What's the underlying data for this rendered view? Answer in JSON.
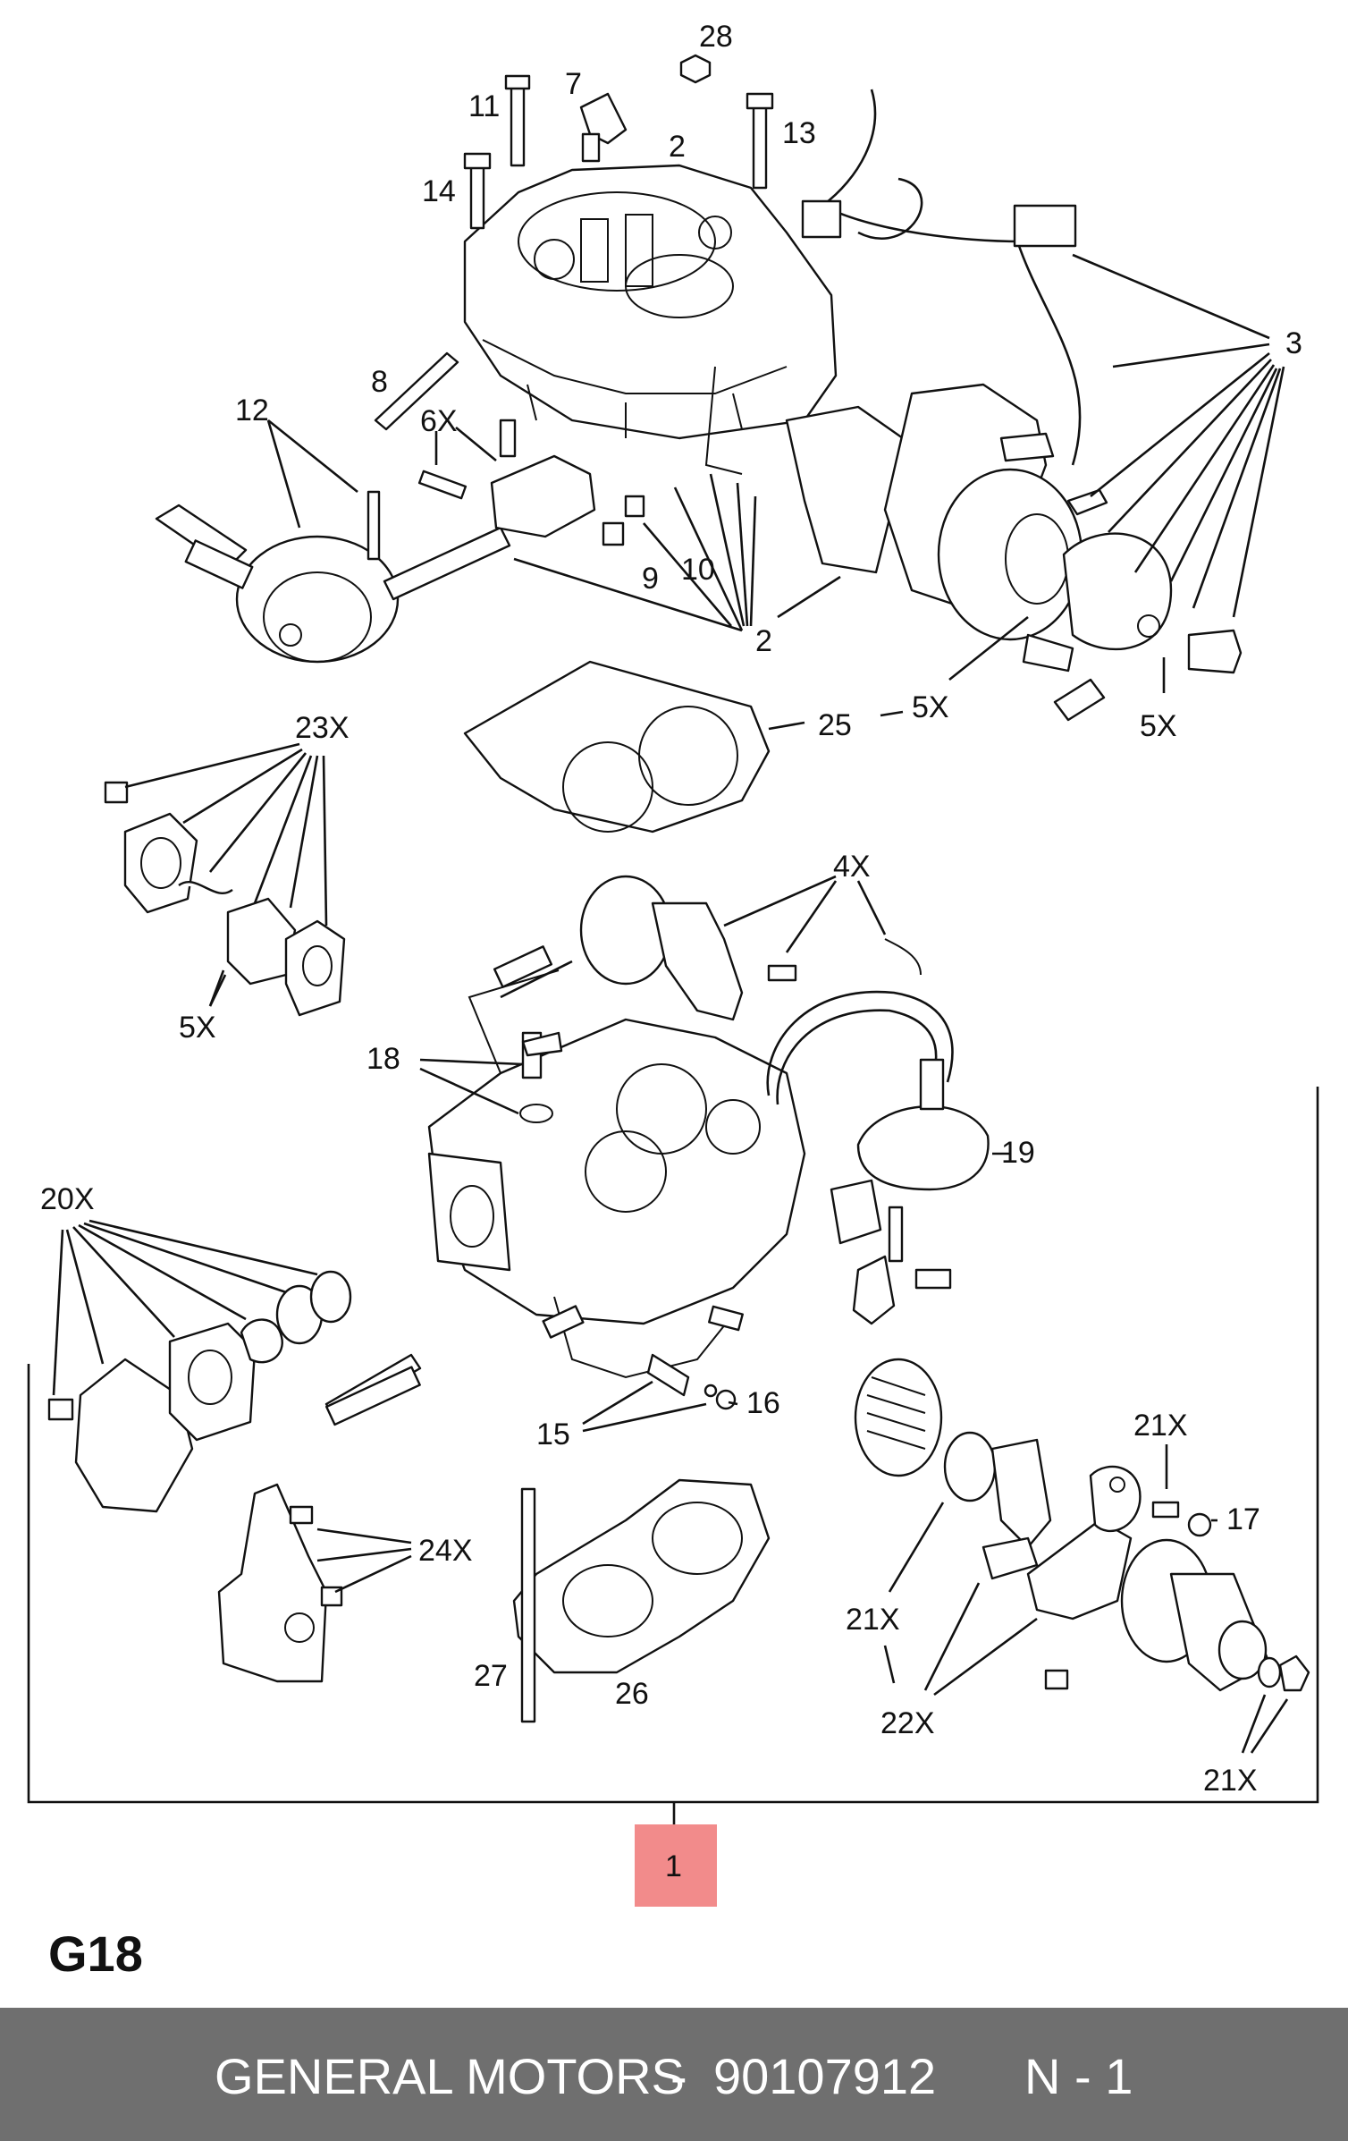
{
  "diagram": {
    "section_code": "G18",
    "callouts": [
      {
        "id": "28",
        "text": "28"
      },
      {
        "id": "11",
        "text": "11"
      },
      {
        "id": "7",
        "text": "7"
      },
      {
        "id": "2a",
        "text": "2"
      },
      {
        "id": "13",
        "text": "13"
      },
      {
        "id": "14",
        "text": "14"
      },
      {
        "id": "3",
        "text": "3"
      },
      {
        "id": "8",
        "text": "8"
      },
      {
        "id": "12",
        "text": "12"
      },
      {
        "id": "6x",
        "text": "6X"
      },
      {
        "id": "9",
        "text": "9"
      },
      {
        "id": "10",
        "text": "10"
      },
      {
        "id": "2b",
        "text": "2"
      },
      {
        "id": "5x-a",
        "text": "5X"
      },
      {
        "id": "5x-b",
        "text": "5X"
      },
      {
        "id": "25",
        "text": "25"
      },
      {
        "id": "23x",
        "text": "23X"
      },
      {
        "id": "5x-c",
        "text": "5X"
      },
      {
        "id": "4x",
        "text": "4X"
      },
      {
        "id": "18",
        "text": "18"
      },
      {
        "id": "19",
        "text": "19"
      },
      {
        "id": "20x",
        "text": "20X"
      },
      {
        "id": "15",
        "text": "15"
      },
      {
        "id": "16",
        "text": "16"
      },
      {
        "id": "21x-a",
        "text": "21X"
      },
      {
        "id": "17",
        "text": "17"
      },
      {
        "id": "24x",
        "text": "24X"
      },
      {
        "id": "21x-b",
        "text": "21X"
      },
      {
        "id": "27",
        "text": "27"
      },
      {
        "id": "26",
        "text": "26"
      },
      {
        "id": "22x",
        "text": "22X"
      },
      {
        "id": "21x-c",
        "text": "21X"
      },
      {
        "id": "1",
        "text": "1"
      }
    ],
    "highlight_color": "#f28b8b"
  },
  "footer": {
    "brand": "GENERAL MOTORS",
    "separator": "-",
    "part_number": "90107912",
    "quantity": "N - 1",
    "background": "#6f6f6f"
  }
}
